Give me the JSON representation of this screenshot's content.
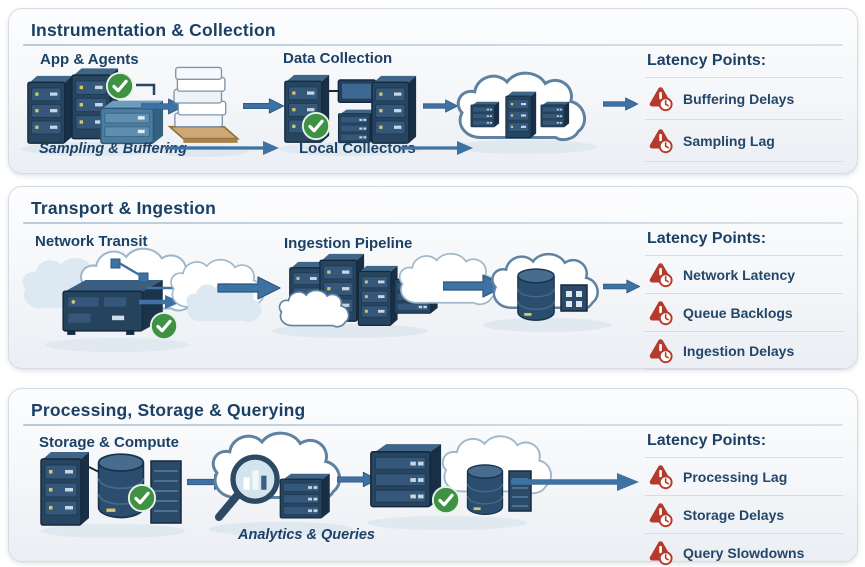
{
  "colors": {
    "navy_text": "#1b4065",
    "arrow_blue": "#3d72a2",
    "alert_red": "#b43b2b",
    "check_green": "#3f9144",
    "panel_border": "#d6dbe2",
    "divider": "#d6dce3",
    "server_navy": "#27455f",
    "server_light_blue": "#4b7da1",
    "wood_tan": "#cda873"
  },
  "icons": {
    "alert-clock-icon": "⚠⏱",
    "check-icon": "✔",
    "cloud-icon": "☁",
    "server-icon": "🖳",
    "magnifier-icon": "🔍",
    "arrow-right-icon": "→",
    "papers-icon": "🗎"
  },
  "sections": [
    {
      "title": "Instrumentation & Collection",
      "labels": {
        "app_agents": "App & Agents",
        "data_collection": "Data Collection",
        "sampling_buffering": "Sampling & Buffering",
        "local_collectors": "Local Collectors"
      },
      "latency": {
        "header": "Latency Points:",
        "items": [
          {
            "icon": "alert-clock-icon",
            "label": "Buffering Delays"
          },
          {
            "icon": "alert-clock-icon",
            "label": "Sampling Lag"
          }
        ]
      }
    },
    {
      "title": "Transport & Ingestion",
      "labels": {
        "network_transit": "Network Transit",
        "ingestion_pipeline": "Ingestion Pipeline"
      },
      "latency": {
        "header": "Latency Points:",
        "items": [
          {
            "icon": "alert-clock-icon",
            "label": "Network Latency"
          },
          {
            "icon": "alert-clock-icon",
            "label": "Queue Backlogs"
          },
          {
            "icon": "alert-clock-icon",
            "label": "Ingestion Delays"
          }
        ]
      }
    },
    {
      "title": "Processing, Storage & Querying",
      "labels": {
        "storage_compute": "Storage & Compute",
        "analytics_queries": "Analytics & Queries"
      },
      "latency": {
        "header": "Latency Points:",
        "items": [
          {
            "icon": "alert-clock-icon",
            "label": "Processing Lag"
          },
          {
            "icon": "alert-clock-icon",
            "label": "Storage Delays"
          },
          {
            "icon": "alert-clock-icon",
            "label": "Query Slowdowns"
          }
        ]
      }
    }
  ]
}
